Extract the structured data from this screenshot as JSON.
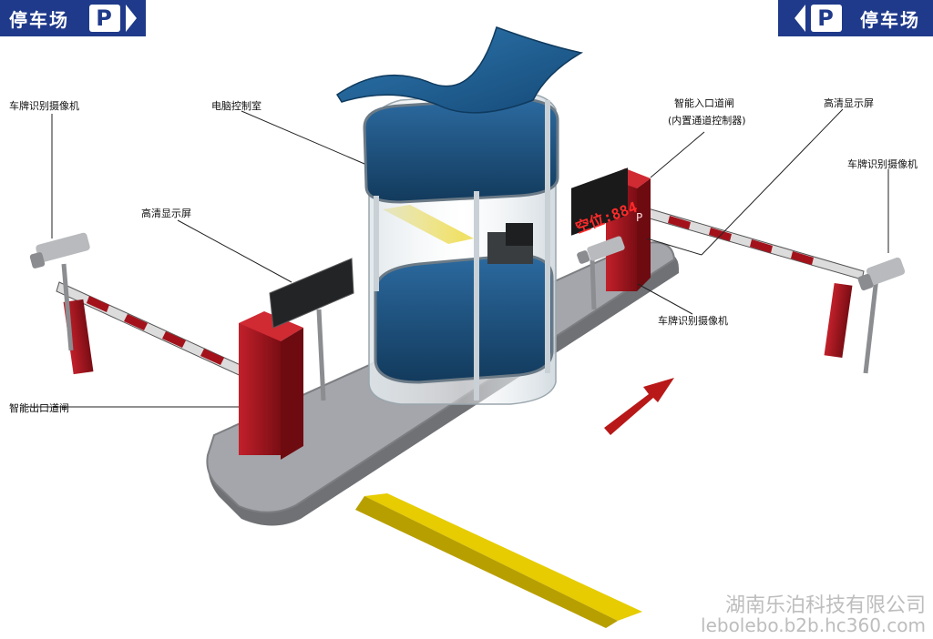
{
  "signs": {
    "left": {
      "text": "停车场",
      "mark": "P"
    },
    "right": {
      "text": "停车场",
      "mark": "P"
    }
  },
  "labels": {
    "camera_left": "车牌识别摄像机",
    "booth": "电脑控制室",
    "entry_gate_line1": "智能入口道闸",
    "entry_gate_line2": "(内置通道控制器)",
    "display_right": "高清显示屏",
    "camera_right": "车牌识别摄像机",
    "display_left": "高清显示屏",
    "camera_center": "车牌识别摄像机",
    "exit_gate": "智能出口道闸"
  },
  "led_display": {
    "text": "空位:884"
  },
  "watermark": {
    "company": "湖南乐泊科技有限公司",
    "url": "lebolebo.b2b.hc360.com"
  },
  "colors": {
    "sign_blue": "#1f3a8a",
    "booth_blue": "#1d4e78",
    "gate_red": "#a3121b",
    "speed_bump_yellow": "#e6cc00",
    "arrow_red": "#b81818",
    "island_grey": "#9c9ea3"
  }
}
